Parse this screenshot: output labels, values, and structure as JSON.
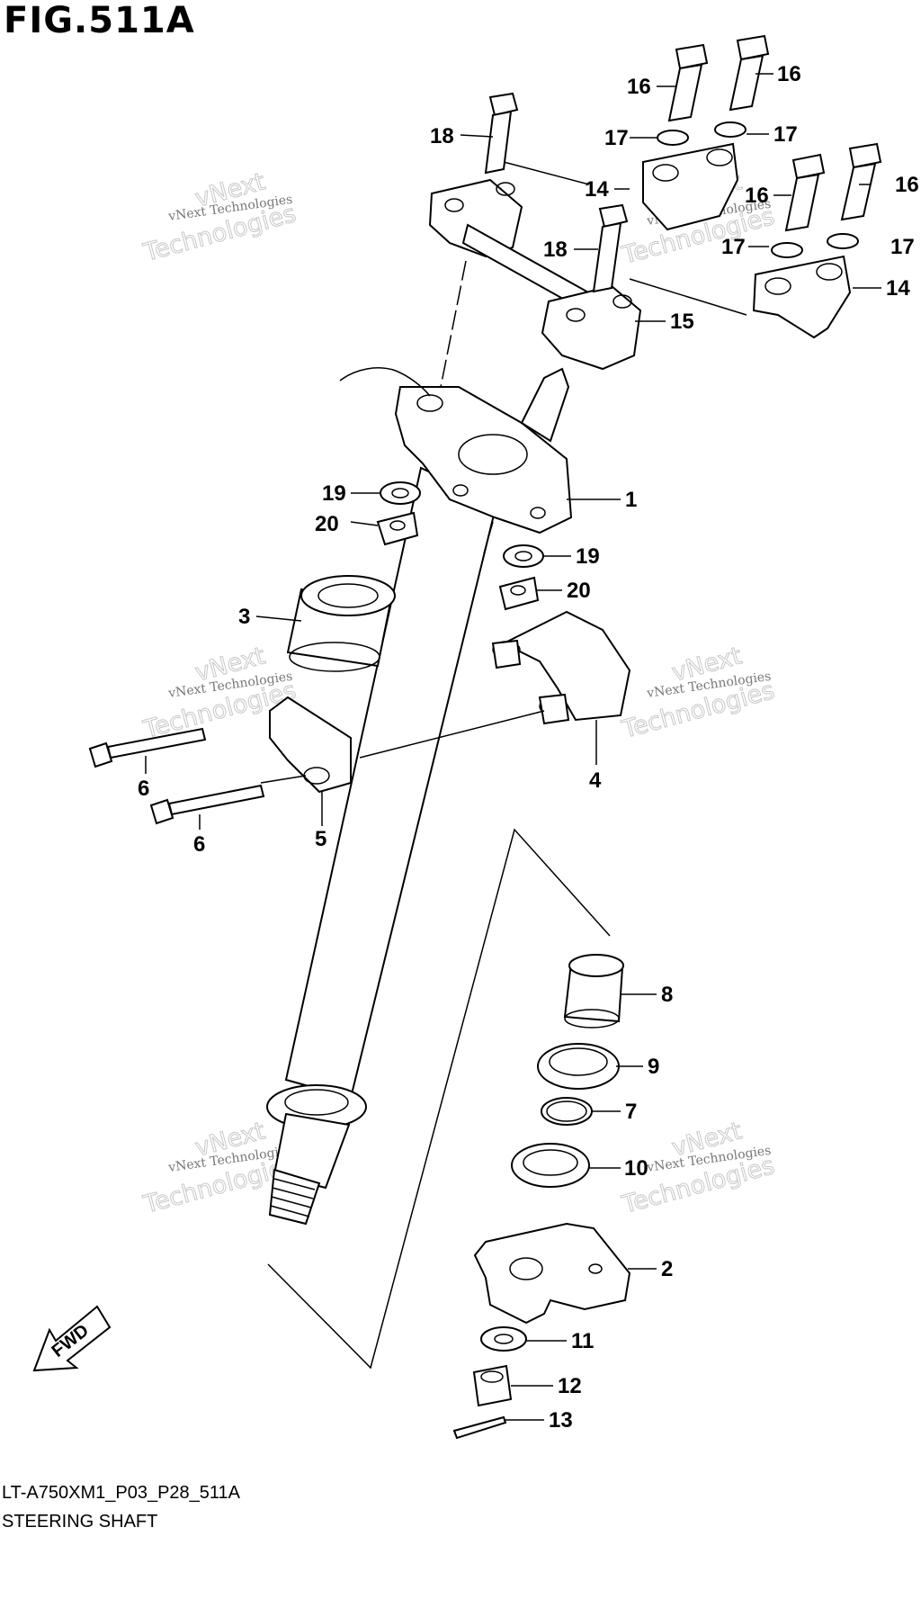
{
  "figure": {
    "title": "FIG.511A",
    "model_code": "LT-A750XM1_P03_P28_511A",
    "name": "STEERING SHAFT"
  },
  "fwd_label": "FWD",
  "watermark": {
    "line1": "vNext Technologies",
    "line2a": "vNext",
    "line2b": "Technologies"
  },
  "callouts": [
    {
      "id": "c18a",
      "label": "18"
    },
    {
      "id": "c16a",
      "label": "16"
    },
    {
      "id": "c16b",
      "label": "16"
    },
    {
      "id": "c17a",
      "label": "17"
    },
    {
      "id": "c17b",
      "label": "17"
    },
    {
      "id": "c14a",
      "label": "14"
    },
    {
      "id": "c16c",
      "label": "16"
    },
    {
      "id": "c16d",
      "label": "16"
    },
    {
      "id": "c18b",
      "label": "18"
    },
    {
      "id": "c17c",
      "label": "17"
    },
    {
      "id": "c17d",
      "label": "17"
    },
    {
      "id": "c14b",
      "label": "14"
    },
    {
      "id": "c15",
      "label": "15"
    },
    {
      "id": "c1",
      "label": "1"
    },
    {
      "id": "c19a",
      "label": "19"
    },
    {
      "id": "c20a",
      "label": "20"
    },
    {
      "id": "c19b",
      "label": "19"
    },
    {
      "id": "c20b",
      "label": "20"
    },
    {
      "id": "c3",
      "label": "3"
    },
    {
      "id": "c4",
      "label": "4"
    },
    {
      "id": "c6a",
      "label": "6"
    },
    {
      "id": "c6b",
      "label": "6"
    },
    {
      "id": "c5",
      "label": "5"
    },
    {
      "id": "c8",
      "label": "8"
    },
    {
      "id": "c9",
      "label": "9"
    },
    {
      "id": "c7",
      "label": "7"
    },
    {
      "id": "c10",
      "label": "10"
    },
    {
      "id": "c2",
      "label": "2"
    },
    {
      "id": "c11",
      "label": "11"
    },
    {
      "id": "c12",
      "label": "12"
    },
    {
      "id": "c13",
      "label": "13"
    }
  ]
}
